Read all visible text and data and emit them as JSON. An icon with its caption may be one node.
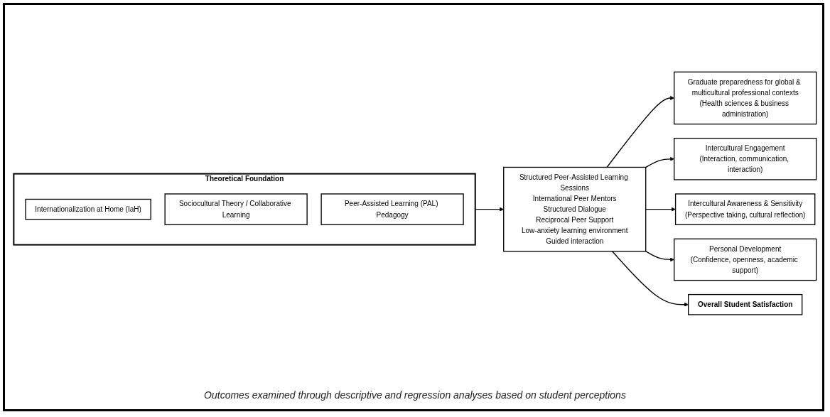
{
  "diagram": {
    "caption": "Outcomes examined through descriptive and regression analyses based on student perceptions",
    "nodes": [
      {
        "text": [
          "Theoretical Foundation"
        ]
      },
      {
        "text": [
          "Internationalization at Home (IaH)"
        ],
        "in": 0
      },
      {
        "text": [
          "Sociocultural Theory / Collaborative Learning"
        ],
        "in": 0
      },
      {
        "text": [
          "Peer-Assisted Learning (PAL) Pedagogy"
        ],
        "in": 0
      },
      {
        "text": [
          "Structured Peer-Assisted Learning Sessions",
          "International Peer Mentors",
          "Structured Dialogue",
          "Reciprocal Peer Support",
          "Low-anxiety learning environment",
          "Guided interaction"
        ]
      },
      {
        "text": [
          "Graduate preparedness for global & multicultural professional contexts",
          "(Health sciences & business administration)"
        ]
      },
      {
        "text": [
          "Intercultural Engagement",
          "(Interaction, communication, interaction)"
        ]
      },
      {
        "text": [
          "Intercultural Awareness & Sensitivity",
          "(Perspective taking, cultural reflection)"
        ]
      },
      {
        "text": [
          "Personal Development",
          "(Confidence, openness, academic support)"
        ]
      },
      {
        "text": [
          "Overall Student Satisfaction"
        ]
      }
    ],
    "edges": [
      {
        "from": 0,
        "to": 4,
        "arrow": "to"
      },
      {
        "from": 4,
        "to": 5,
        "arrow": "to"
      },
      {
        "from": 4,
        "to": 6,
        "arrow": "to"
      },
      {
        "from": 4,
        "to": 7,
        "arrow": "to"
      },
      {
        "from": 4,
        "to": 8,
        "arrow": "to"
      },
      {
        "from": 4,
        "to": 9,
        "arrow": "to"
      }
    ]
  }
}
